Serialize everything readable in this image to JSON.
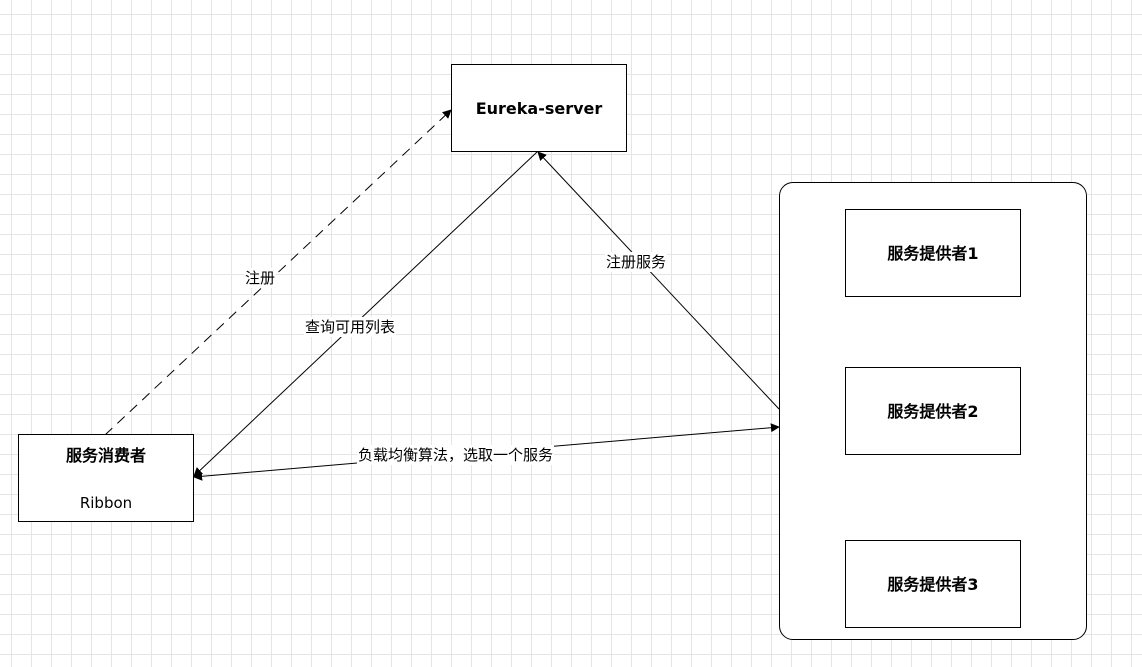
{
  "nodes": {
    "eureka": {
      "title": "Eureka-server"
    },
    "consumer": {
      "title": "服务消费者",
      "subtitle": "Ribbon"
    },
    "providers": [
      {
        "title": "服务提供者1"
      },
      {
        "title": "服务提供者2"
      },
      {
        "title": "服务提供者3"
      }
    ]
  },
  "edges": {
    "consumer_register": "注册",
    "query_list": "查询可用列表",
    "provider_register": "注册服务",
    "load_balance": "负载均衡算法，选取一个服务"
  }
}
